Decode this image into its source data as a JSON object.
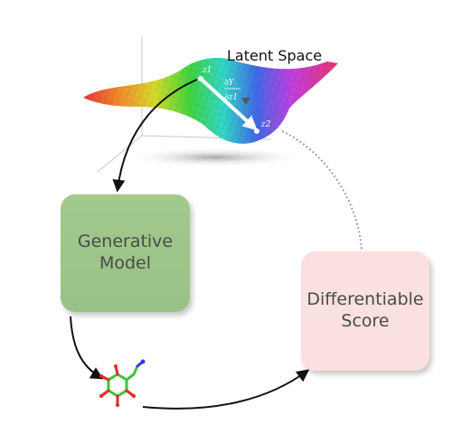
{
  "latent_space": {
    "title": "Latent Space",
    "point_z1": "z1",
    "point_z2": "z2",
    "gradient_numerator": "∂Y",
    "gradient_denominator": "∂z1"
  },
  "generative_model": {
    "label": "Generative\nModel"
  },
  "score": {
    "label": "Differentiable\nScore"
  },
  "colors": {
    "generative_box": "#9bc487",
    "score_box": "#fae1df",
    "arrow": "#111111",
    "dotted_arrow": "#888888",
    "atom_carbon": "#3ec43e",
    "atom_oxygen": "#e02a2a",
    "atom_nitrogen": "#3a3ad6"
  }
}
